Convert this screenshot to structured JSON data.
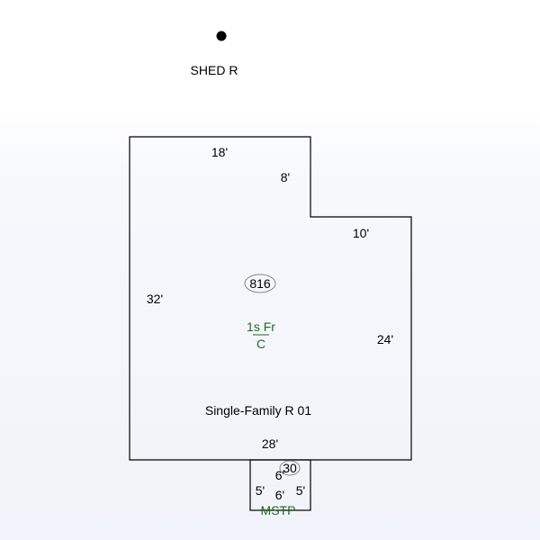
{
  "shed": {
    "label": "SHED R"
  },
  "main_structure": {
    "dimensions": {
      "top": "18'",
      "notch_vertical": "8'",
      "notch_horizontal": "10'",
      "left": "32'",
      "right": "24'",
      "bottom": "28'"
    },
    "area": "816",
    "floor_label": "1s Fr",
    "floor_class": "C",
    "description": "Single-Family R 01"
  },
  "stoop": {
    "area": "30",
    "dimensions": {
      "top": "6'",
      "left": "5'",
      "right": "5'",
      "bottom": "6'"
    },
    "label": "MSTP"
  },
  "colors": {
    "lines": "#000000",
    "label_green": "#1e6b1e"
  }
}
